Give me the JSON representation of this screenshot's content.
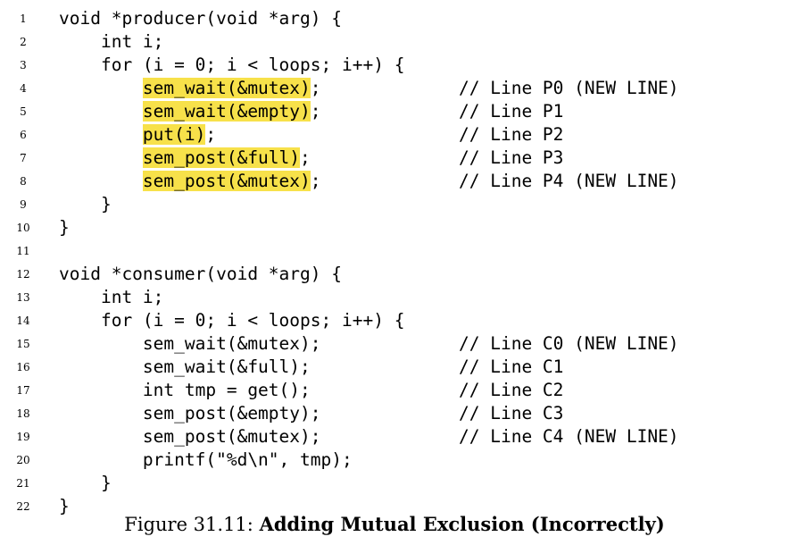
{
  "lines": [
    {
      "n": "1",
      "indent": "",
      "pre": "void *producer(void *arg) {",
      "hl": "",
      "post": "",
      "comment": ""
    },
    {
      "n": "2",
      "indent": "    ",
      "pre": "int i;",
      "hl": "",
      "post": "",
      "comment": ""
    },
    {
      "n": "3",
      "indent": "    ",
      "pre": "for (i = 0; i < loops; i++) {",
      "hl": "",
      "post": "",
      "comment": ""
    },
    {
      "n": "4",
      "indent": "        ",
      "pre": "",
      "hl": "sem_wait(&mutex)",
      "post": ";",
      "comment": "// Line P0 (NEW LINE)"
    },
    {
      "n": "5",
      "indent": "        ",
      "pre": "",
      "hl": "sem_wait(&empty)",
      "post": ";",
      "comment": "// Line P1"
    },
    {
      "n": "6",
      "indent": "        ",
      "pre": "",
      "hl": "put(i)",
      "post": ";",
      "comment": "// Line P2"
    },
    {
      "n": "7",
      "indent": "        ",
      "pre": "",
      "hl": "sem_post(&full)",
      "post": ";",
      "comment": "// Line P3"
    },
    {
      "n": "8",
      "indent": "        ",
      "pre": "",
      "hl": "sem_post(&mutex)",
      "post": ";",
      "comment": "// Line P4 (NEW LINE)"
    },
    {
      "n": "9",
      "indent": "    ",
      "pre": "}",
      "hl": "",
      "post": "",
      "comment": ""
    },
    {
      "n": "10",
      "indent": "",
      "pre": "}",
      "hl": "",
      "post": "",
      "comment": ""
    },
    {
      "n": "11",
      "indent": "",
      "pre": "",
      "hl": "",
      "post": "",
      "comment": ""
    },
    {
      "n": "12",
      "indent": "",
      "pre": "void *consumer(void *arg) {",
      "hl": "",
      "post": "",
      "comment": ""
    },
    {
      "n": "13",
      "indent": "    ",
      "pre": "int i;",
      "hl": "",
      "post": "",
      "comment": ""
    },
    {
      "n": "14",
      "indent": "    ",
      "pre": "for (i = 0; i < loops; i++) {",
      "hl": "",
      "post": "",
      "comment": ""
    },
    {
      "n": "15",
      "indent": "        ",
      "pre": "sem_wait(&mutex);",
      "hl": "",
      "post": "",
      "comment": "// Line C0 (NEW LINE)"
    },
    {
      "n": "16",
      "indent": "        ",
      "pre": "sem_wait(&full);",
      "hl": "",
      "post": "",
      "comment": "// Line C1"
    },
    {
      "n": "17",
      "indent": "        ",
      "pre": "int tmp = get();",
      "hl": "",
      "post": "",
      "comment": "// Line C2"
    },
    {
      "n": "18",
      "indent": "        ",
      "pre": "sem_post(&empty);",
      "hl": "",
      "post": "",
      "comment": "// Line C3"
    },
    {
      "n": "19",
      "indent": "        ",
      "pre": "sem_post(&mutex);",
      "hl": "",
      "post": "",
      "comment": "// Line C4 (NEW LINE)"
    },
    {
      "n": "20",
      "indent": "        ",
      "pre": "printf(\"%d\\n\", tmp);",
      "hl": "",
      "post": "",
      "comment": ""
    },
    {
      "n": "21",
      "indent": "    ",
      "pre": "}",
      "hl": "",
      "post": "",
      "comment": ""
    },
    {
      "n": "22",
      "indent": "",
      "pre": "}",
      "hl": "",
      "post": "",
      "comment": ""
    }
  ],
  "caption": {
    "label": "Figure 31.11:",
    "title": "Adding Mutual Exclusion (Incorrectly)"
  },
  "colors": {
    "highlight": "#f7e14a",
    "text": "#000000",
    "background": "#ffffff"
  }
}
